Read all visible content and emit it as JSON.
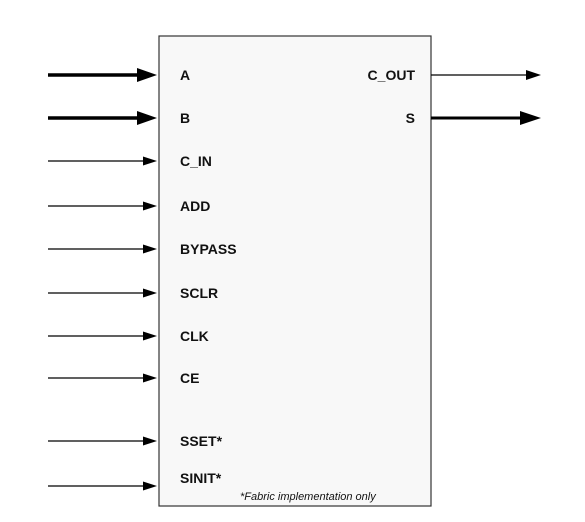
{
  "block": {
    "inputs": [
      {
        "label": "A",
        "bus": true
      },
      {
        "label": "B",
        "bus": true
      },
      {
        "label": "C_IN",
        "bus": false
      },
      {
        "label": "ADD",
        "bus": false
      },
      {
        "label": "BYPASS",
        "bus": false
      },
      {
        "label": "SCLR",
        "bus": false
      },
      {
        "label": "CLK",
        "bus": false
      },
      {
        "label": "CE",
        "bus": false
      },
      {
        "label": "SSET*",
        "bus": false
      },
      {
        "label": "SINIT*",
        "bus": false
      }
    ],
    "outputs": [
      {
        "label": "C_OUT",
        "bus": false
      },
      {
        "label": "S",
        "bus": true
      }
    ],
    "footnote": "*Fabric implementation only"
  }
}
